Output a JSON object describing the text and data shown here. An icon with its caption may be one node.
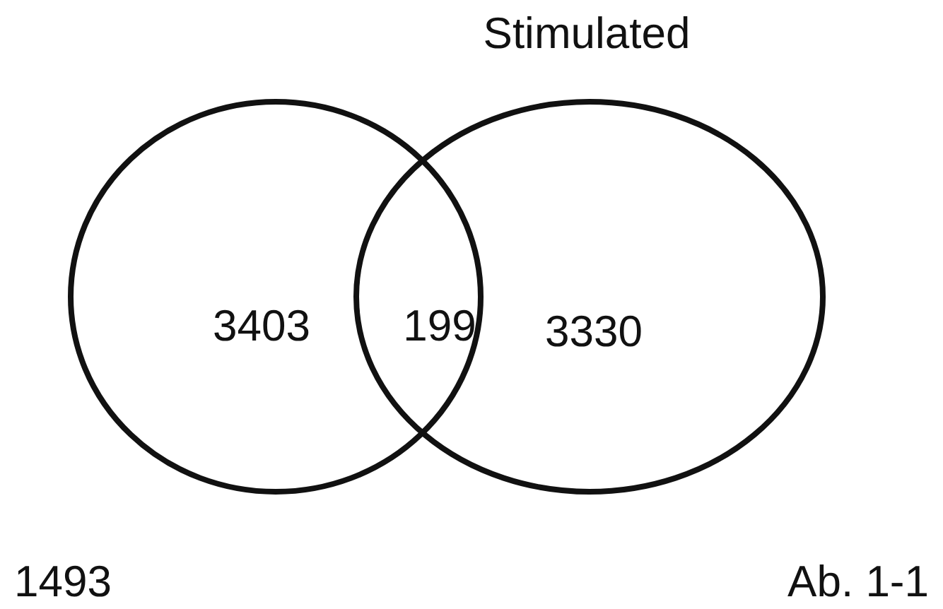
{
  "diagram": {
    "title": "Stimulated",
    "nodes": [
      {
        "text": [
          "3403"
        ],
        "beside": [
          "1493"
        ]
      },
      {
        "text": [
          "3330"
        ],
        "beside": [
          "Ab. 1-1"
        ]
      }
    ],
    "labels": [
      "199"
    ]
  }
}
